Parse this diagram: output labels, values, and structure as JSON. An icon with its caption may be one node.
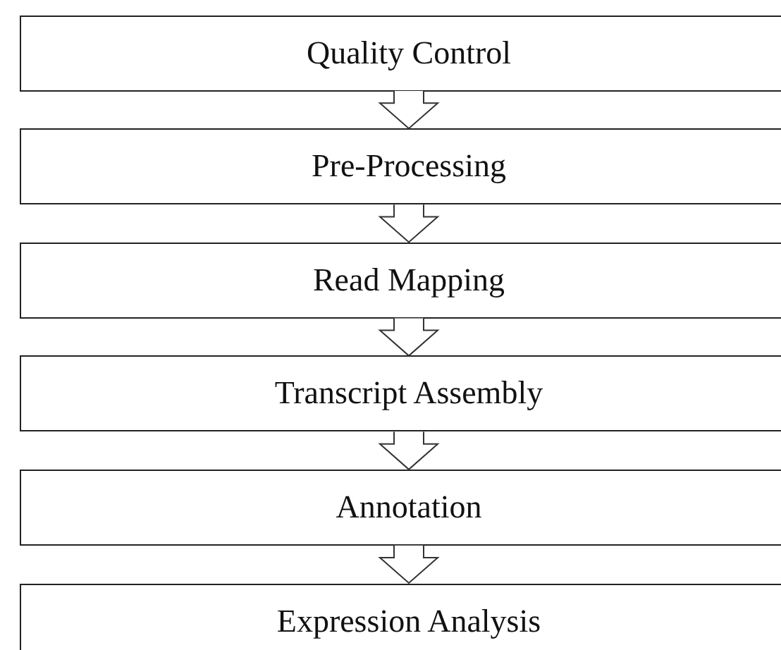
{
  "diagram": {
    "nodes": [
      {
        "text": [
          "Quality Control"
        ]
      },
      {
        "text": [
          "Pre-Processing"
        ]
      },
      {
        "text": [
          "Read Mapping"
        ]
      },
      {
        "text": [
          "Transcript Assembly"
        ]
      },
      {
        "text": [
          "Annotation"
        ]
      },
      {
        "text": [
          "Expression Analysis"
        ]
      }
    ],
    "edges": [
      {
        "from": 0,
        "to": 1,
        "arrow": "to"
      },
      {
        "from": 1,
        "to": 2,
        "arrow": "to"
      },
      {
        "from": 2,
        "to": 3,
        "arrow": "to"
      },
      {
        "from": 3,
        "to": 4,
        "arrow": "to"
      },
      {
        "from": 4,
        "to": 5,
        "arrow": "to"
      }
    ]
  }
}
